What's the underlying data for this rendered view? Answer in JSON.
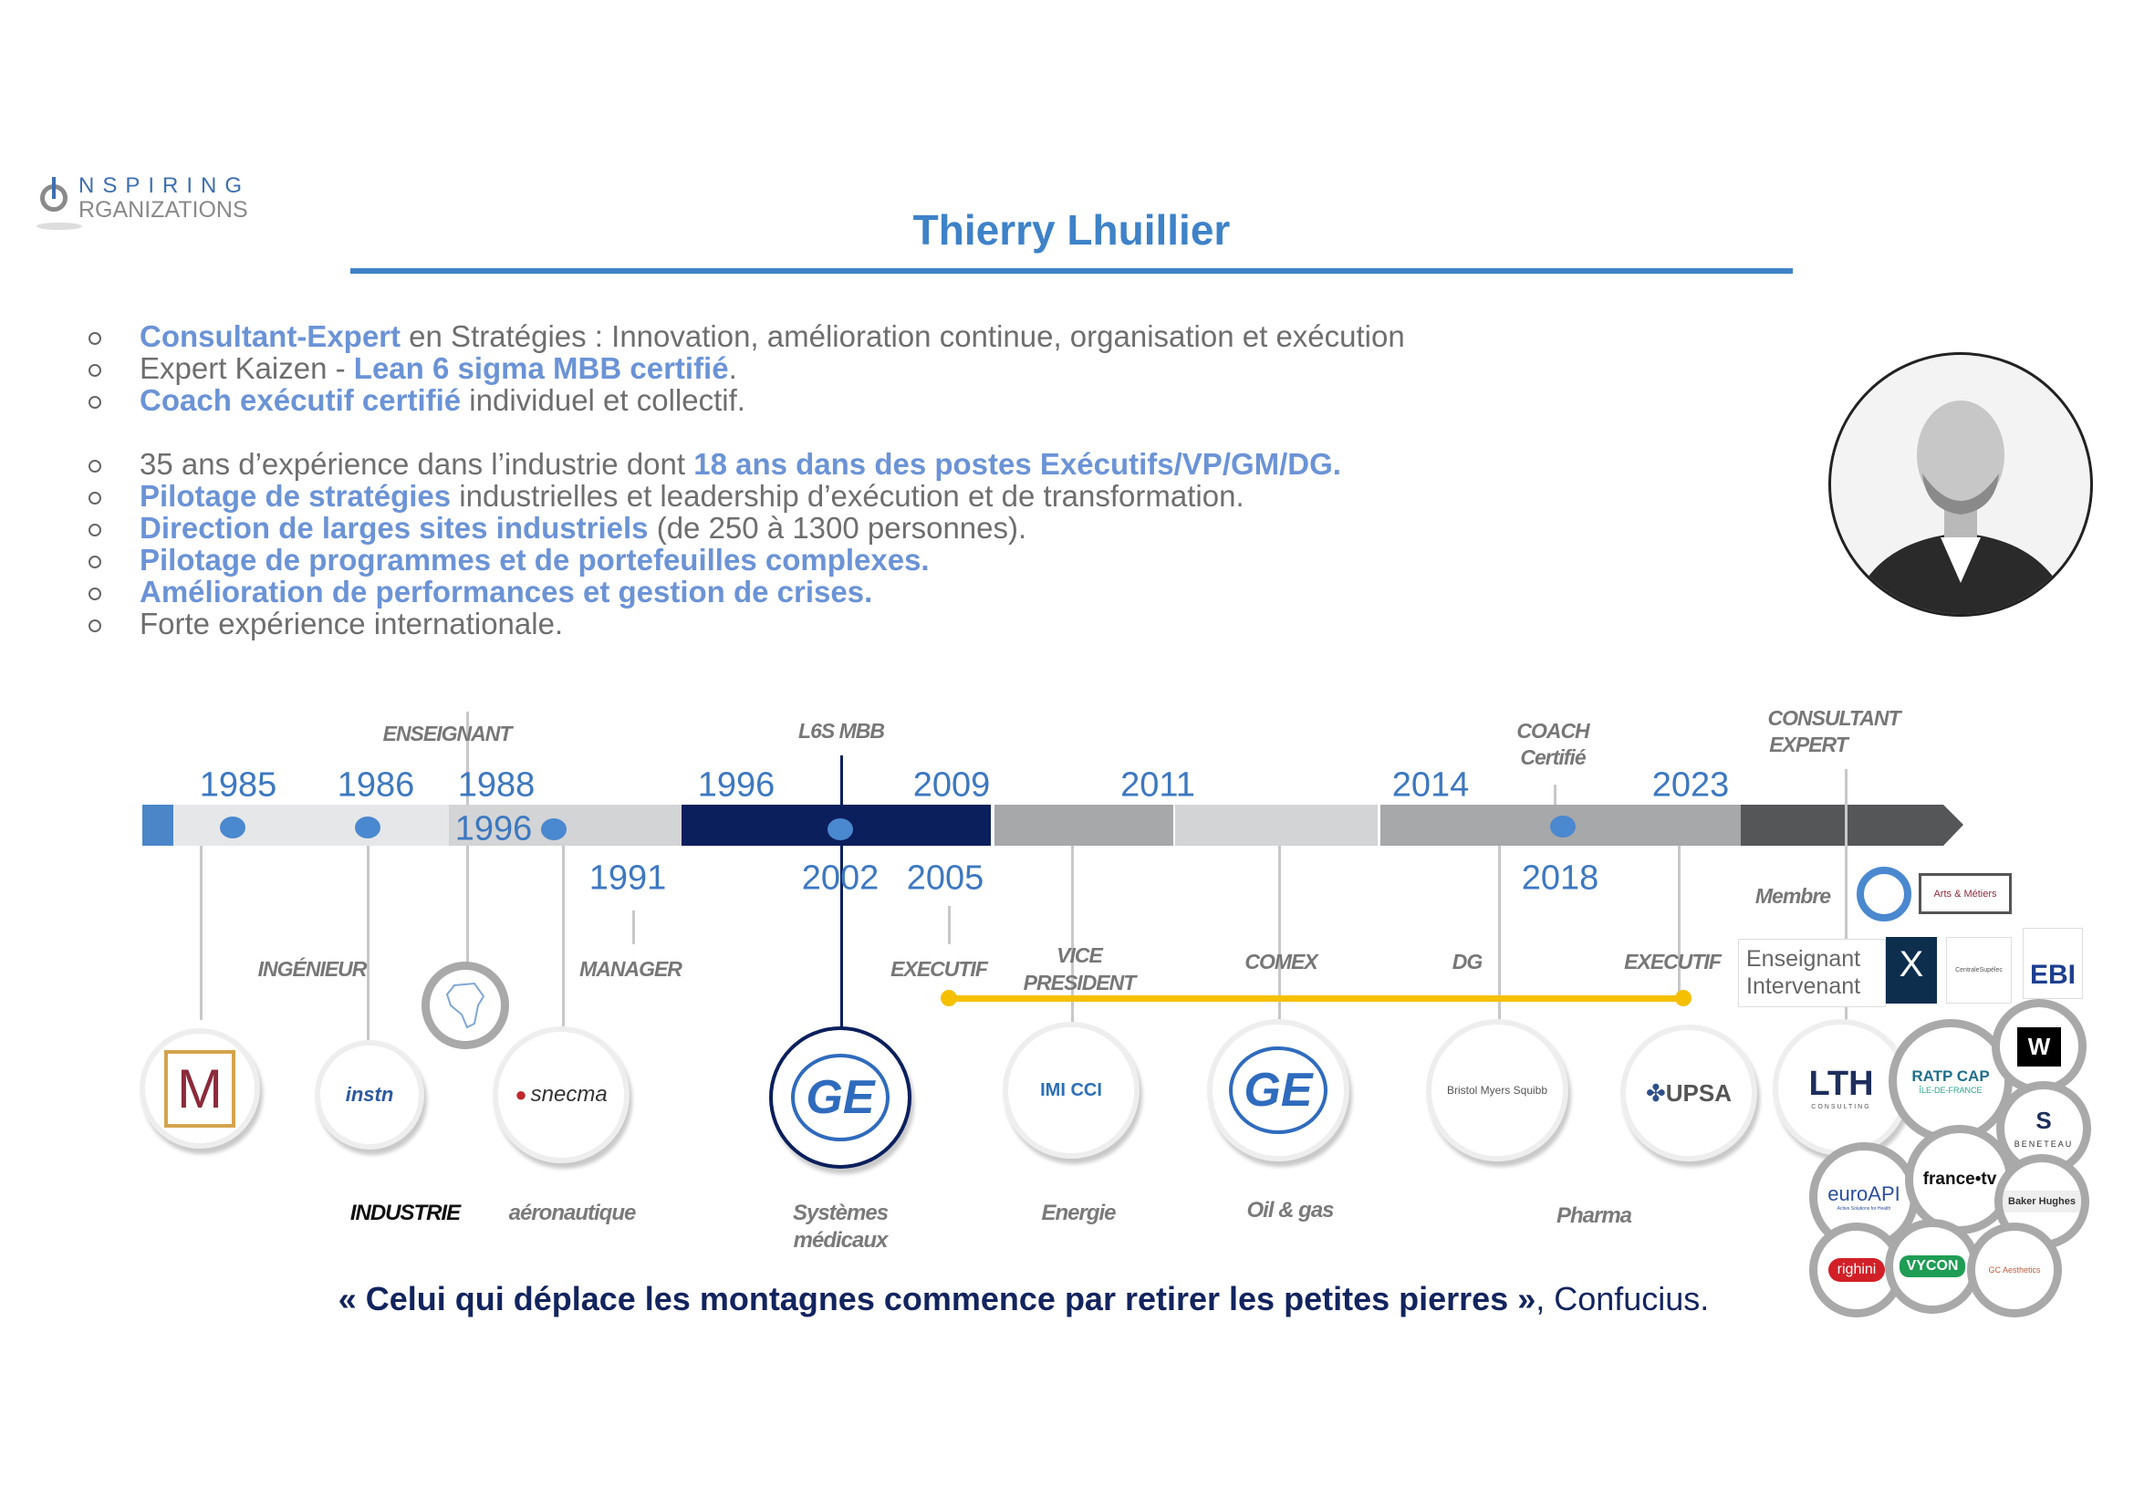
{
  "logo": {
    "line1": "NSPIRING",
    "line2": "RGANIZATIONS"
  },
  "title": "Thierry Lhuillier",
  "bullets": [
    [
      {
        "t": "Consultant-Expert",
        "h": true
      },
      {
        "t": " en Stratégies  : Innovation, amélioration continue, organisation et exécution",
        "h": false
      }
    ],
    [
      {
        "t": "Expert Kaizen -  ",
        "h": false
      },
      {
        "t": "Lean  6 sigma  MBB certifié",
        "h": true
      },
      {
        "t": ".",
        "h": false
      }
    ],
    [
      {
        "t": "Coach exécutif certifié",
        "h": true
      },
      {
        "t": " individuel et collectif.",
        "h": false
      }
    ],
    [
      {
        "t": "35 ans d’expérience dans l’industrie dont ",
        "h": false
      },
      {
        "t": "18 ans dans des postes Exécutifs/VP/GM/DG.",
        "h": true
      }
    ],
    [
      {
        "t": "Pilotage de stratégies",
        "h": true
      },
      {
        "t": " industrielles et leadership d’exécution et de transformation.",
        "h": false
      }
    ],
    [
      {
        "t": "Direction de larges sites industriels",
        "h": true
      },
      {
        "t": " (de 250 à 1300 personnes).",
        "h": false
      }
    ],
    [
      {
        "t": "Pilotage de programmes et de portefeuilles complexes.",
        "h": true
      }
    ],
    [
      {
        "t": "Amélioration de performances et gestion de crises.",
        "h": true
      }
    ],
    [
      {
        "t": "Forte expérience internationale.",
        "h": false
      }
    ]
  ],
  "timeline": {
    "years_top": [
      "1985",
      "1986",
      "1988",
      "1996",
      "2009",
      "2011",
      "2014",
      "2023"
    ],
    "year_in_bar": "1996",
    "years_bottom": [
      "1991",
      "2002",
      "2005",
      "2018"
    ],
    "roles": [
      "ENSEIGNANT",
      "L6S MBB",
      "COACH",
      "Certifié",
      "CONSULTANT",
      "EXPERT",
      "INGÉNIEUR",
      "MANAGER",
      "EXECUTIF",
      "VICE",
      "PRESIDENT",
      "COMEX",
      "DG",
      "EXECUTIF"
    ],
    "membre": "Membre",
    "enseignant_box": [
      "Enseignant",
      "Intervenant"
    ]
  },
  "logos": [
    "M",
    "instn",
    "snecma",
    "GE",
    "IMI CCI",
    "GE",
    "Bristol Myers Squibb",
    "UPSA",
    "LTH",
    "CONSULTING",
    "RATP CAP",
    "ÎLE-DE-FRANCE",
    "W",
    "BENETEAU",
    "euroAPI",
    "Active Solutions for Health",
    "france•tv",
    "Baker Hughes",
    "righini",
    "VYCON",
    "GC Aesthetics",
    "Arts & Métiers",
    "CentraleSupélec",
    "EBI"
  ],
  "sectors": [
    "INDUSTRIE",
    "aéronautique",
    "Systèmes",
    "médicaux",
    "Energie",
    "Oil & gas",
    "Pharma"
  ],
  "quote": {
    "main": "« Celui qui déplace les montagnes commence par retirer les petites pierres »",
    "author": ", Confucius."
  },
  "colors": {
    "accent": "#3e82c8",
    "navy": "#0a1f5c",
    "yellow": "#f5c000"
  }
}
